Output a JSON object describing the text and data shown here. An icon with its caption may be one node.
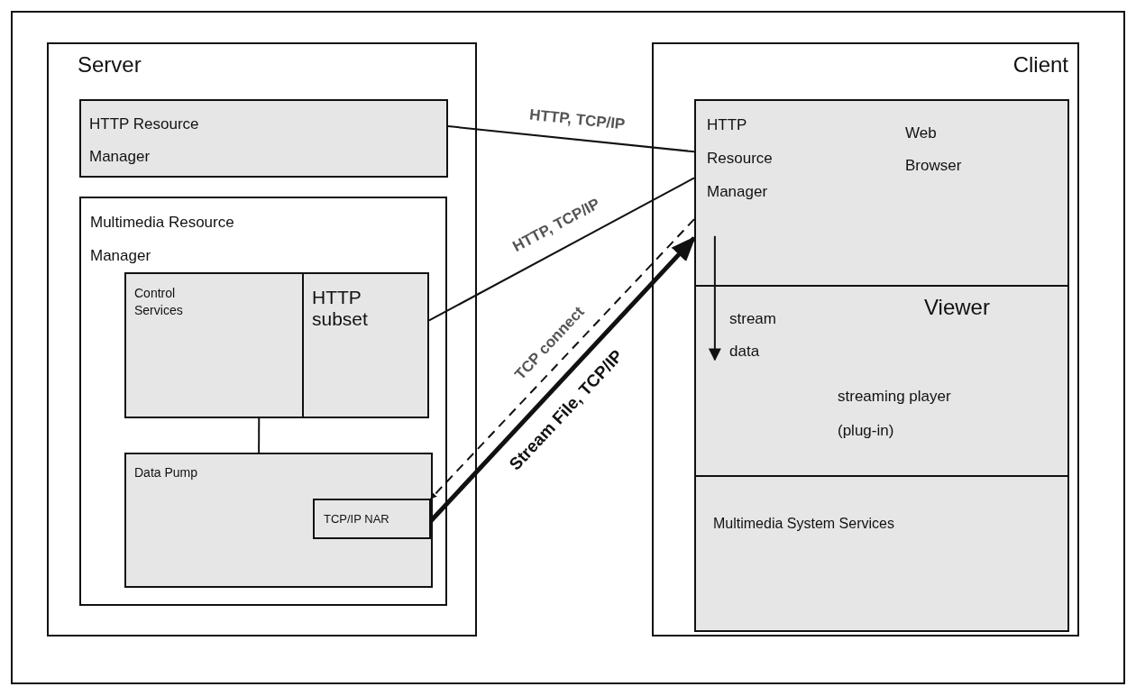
{
  "diagram": {
    "nodes": [
      {
        "text": [
          "Server"
        ]
      },
      {
        "text": [
          "HTTP Resource Manager"
        ],
        "in": 0
      },
      {
        "text": [
          "Multimedia Resource Manager"
        ],
        "in": 0
      },
      {
        "text": [
          "Control Services"
        ],
        "in": 2
      },
      {
        "text": [
          "HTTP subset"
        ],
        "in": 2
      },
      {
        "text": [
          "Data Pump"
        ],
        "in": 2
      },
      {
        "text": [
          "TCP/IP NAR"
        ],
        "in": 5
      },
      {
        "text": [
          "Client"
        ]
      },
      {
        "text": [
          "HTTP Resource Manager",
          "Web Browser"
        ],
        "in": 7
      },
      {
        "text": [
          "Viewer",
          "stream data",
          "streaming player (plug-in)"
        ],
        "in": 7
      },
      {
        "text": [
          "Multimedia System Services"
        ],
        "in": 7
      }
    ],
    "edges": [
      {
        "from": 1,
        "to": 8,
        "arrow": "none",
        "label": "HTTP, TCP/IP"
      },
      {
        "from": 4,
        "to": 8,
        "arrow": "none",
        "label": "HTTP, TCP/IP"
      },
      {
        "from": 8,
        "to": 6,
        "arrow": "to",
        "label": "TCP connect",
        "style": "dashed"
      },
      {
        "from": 6,
        "to": 8,
        "arrow": "to",
        "label": "Stream File, TCP/IP",
        "style": "thick"
      },
      {
        "from": 3,
        "to": 5,
        "arrow": "none"
      },
      {
        "from": 8,
        "to": 9,
        "arrow": "to"
      }
    ]
  }
}
